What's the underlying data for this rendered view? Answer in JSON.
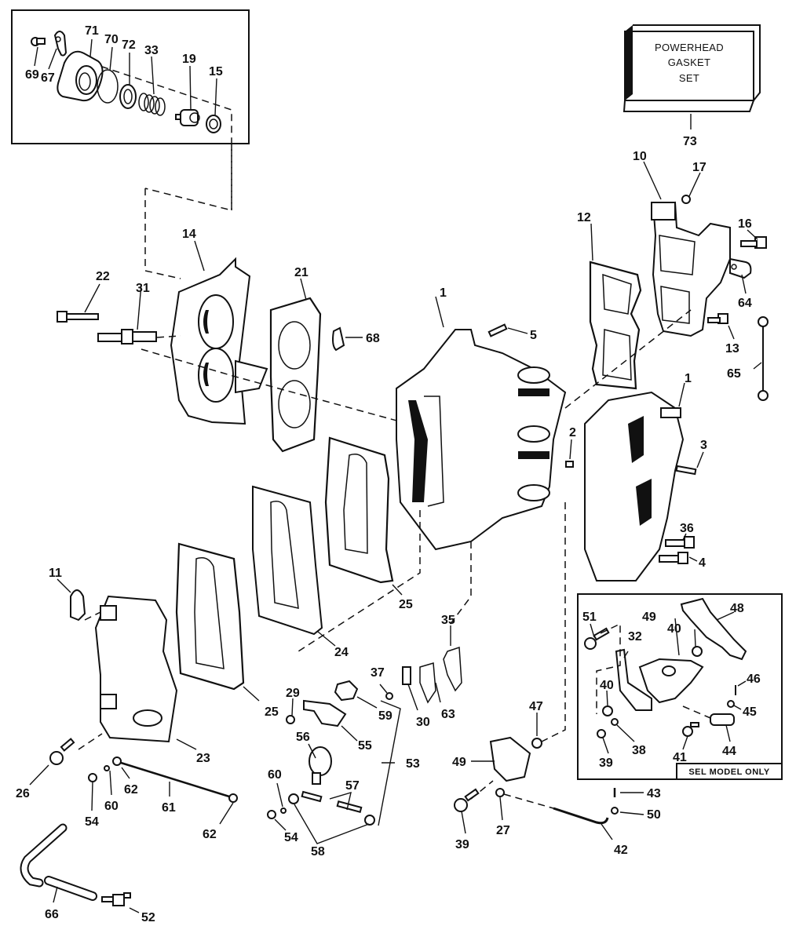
{
  "diagram": {
    "title": "Powerhead exploded parts diagram",
    "kit_box": {
      "lines": [
        "POWERHEAD",
        "GASKET",
        "SET"
      ],
      "part_number": "73"
    },
    "inset_note": "SEL MODEL ONLY",
    "callouts": [
      {
        "id": "69",
        "label": "69"
      },
      {
        "id": "67",
        "label": "67"
      },
      {
        "id": "71",
        "label": "71"
      },
      {
        "id": "70",
        "label": "70"
      },
      {
        "id": "72",
        "label": "72"
      },
      {
        "id": "33",
        "label": "33"
      },
      {
        "id": "19",
        "label": "19"
      },
      {
        "id": "15",
        "label": "15"
      },
      {
        "id": "10",
        "label": "10"
      },
      {
        "id": "17",
        "label": "17"
      },
      {
        "id": "16",
        "label": "16"
      },
      {
        "id": "12",
        "label": "12"
      },
      {
        "id": "64",
        "label": "64"
      },
      {
        "id": "13",
        "label": "13"
      },
      {
        "id": "65",
        "label": "65"
      },
      {
        "id": "14",
        "label": "14"
      },
      {
        "id": "22",
        "label": "22"
      },
      {
        "id": "31",
        "label": "31"
      },
      {
        "id": "21",
        "label": "21"
      },
      {
        "id": "68",
        "label": "68"
      },
      {
        "id": "1a",
        "label": "1"
      },
      {
        "id": "5",
        "label": "5"
      },
      {
        "id": "2",
        "label": "2"
      },
      {
        "id": "1b",
        "label": "1"
      },
      {
        "id": "3",
        "label": "3"
      },
      {
        "id": "36",
        "label": "36"
      },
      {
        "id": "4",
        "label": "4"
      },
      {
        "id": "11",
        "label": "11"
      },
      {
        "id": "25a",
        "label": "25"
      },
      {
        "id": "24",
        "label": "24"
      },
      {
        "id": "25b",
        "label": "25"
      },
      {
        "id": "23",
        "label": "23"
      },
      {
        "id": "35",
        "label": "35"
      },
      {
        "id": "37",
        "label": "37"
      },
      {
        "id": "30",
        "label": "30"
      },
      {
        "id": "63",
        "label": "63"
      },
      {
        "id": "29",
        "label": "29"
      },
      {
        "id": "59",
        "label": "59"
      },
      {
        "id": "55",
        "label": "55"
      },
      {
        "id": "53",
        "label": "53"
      },
      {
        "id": "56",
        "label": "56"
      },
      {
        "id": "57",
        "label": "57"
      },
      {
        "id": "60a",
        "label": "60"
      },
      {
        "id": "54a",
        "label": "54"
      },
      {
        "id": "58",
        "label": "58"
      },
      {
        "id": "26",
        "label": "26"
      },
      {
        "id": "62a",
        "label": "62"
      },
      {
        "id": "61",
        "label": "61"
      },
      {
        "id": "62b",
        "label": "62"
      },
      {
        "id": "60b",
        "label": "60"
      },
      {
        "id": "54b",
        "label": "54"
      },
      {
        "id": "66",
        "label": "66"
      },
      {
        "id": "52",
        "label": "52"
      },
      {
        "id": "47",
        "label": "47"
      },
      {
        "id": "49a",
        "label": "49"
      },
      {
        "id": "39a",
        "label": "39"
      },
      {
        "id": "27",
        "label": "27"
      },
      {
        "id": "42",
        "label": "42"
      },
      {
        "id": "43",
        "label": "43"
      },
      {
        "id": "50",
        "label": "50"
      },
      {
        "id": "51",
        "label": "51"
      },
      {
        "id": "49b",
        "label": "49"
      },
      {
        "id": "40a",
        "label": "40"
      },
      {
        "id": "48",
        "label": "48"
      },
      {
        "id": "32",
        "label": "32"
      },
      {
        "id": "40b",
        "label": "40"
      },
      {
        "id": "46",
        "label": "46"
      },
      {
        "id": "45",
        "label": "45"
      },
      {
        "id": "38",
        "label": "38"
      },
      {
        "id": "39b",
        "label": "39"
      },
      {
        "id": "41",
        "label": "41"
      },
      {
        "id": "44",
        "label": "44"
      }
    ]
  }
}
